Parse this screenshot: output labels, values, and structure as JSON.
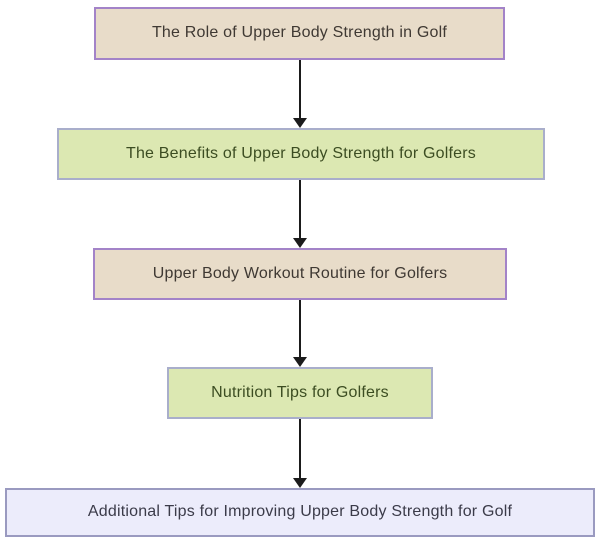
{
  "diagram": {
    "type": "flowchart",
    "direction": "top-down",
    "background_color": "#ffffff",
    "arrow_color": "#1b1b1b",
    "nodes": [
      {
        "id": "role",
        "label": "The Role of Upper Body Strength in Golf",
        "fill": "#e8dcc9",
        "border": "#a383c8",
        "text_color": "#3f3933"
      },
      {
        "id": "benefits",
        "label": "The Benefits of Upper Body Strength for Golfers",
        "fill": "#dce8b2",
        "border": "#a9aecb",
        "text_color": "#3c4d22"
      },
      {
        "id": "workout",
        "label": "Upper Body Workout Routine for Golfers",
        "fill": "#e8dcc9",
        "border": "#a383c8",
        "text_color": "#3f3933"
      },
      {
        "id": "nutrition",
        "label": "Nutrition Tips for Golfers",
        "fill": "#dce8b2",
        "border": "#a9aecb",
        "text_color": "#3c4d22"
      },
      {
        "id": "additional",
        "label": "Additional Tips for Improving Upper Body Strength for Golf",
        "fill": "#ececfb",
        "border": "#9a9ac0",
        "text_color": "#3b3b49"
      }
    ],
    "edges": [
      {
        "from": "role",
        "to": "benefits"
      },
      {
        "from": "benefits",
        "to": "workout"
      },
      {
        "from": "workout",
        "to": "nutrition"
      },
      {
        "from": "nutrition",
        "to": "additional"
      }
    ]
  }
}
